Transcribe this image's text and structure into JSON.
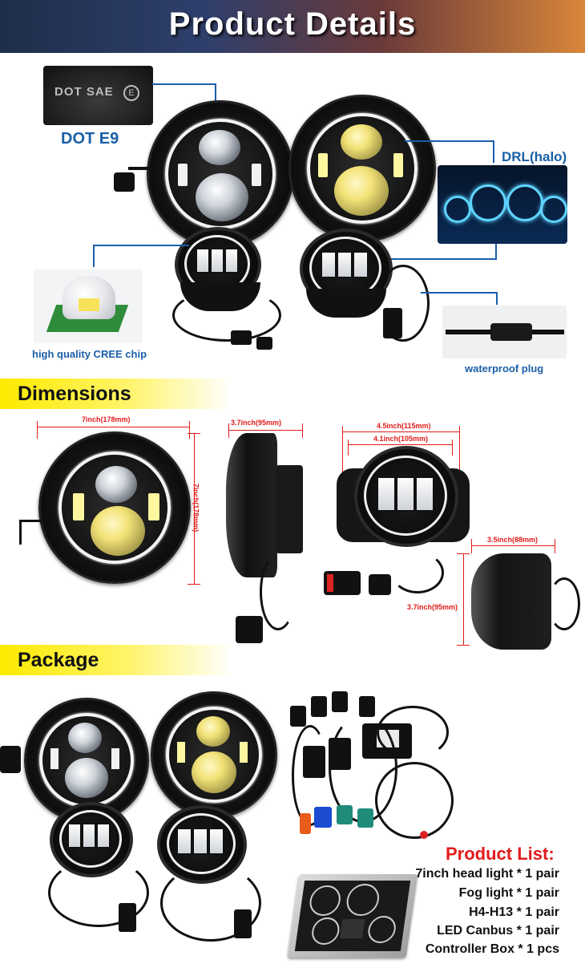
{
  "header": {
    "title": "Product Details"
  },
  "details": {
    "dot_label": "DOT E9",
    "dot_badge": "DOT SAE",
    "drl_label": "DRL(halo)",
    "chip_label": "high quality CREE chip",
    "plug_label": "waterproof plug"
  },
  "dimensions": {
    "title": "Dimensions",
    "head_width": "7inch(178mm)",
    "head_height": "7inch(178mm)",
    "head_depth": "3.7inch(95mm)",
    "fog_outer": "4.5inch(115mm)",
    "fog_inner": "4.1inch(105mm)",
    "fog_depth": "3.5inch(88mm)",
    "fog_height": "3.7inch(95mm)"
  },
  "package": {
    "title": "Package",
    "list_title": "Product List:",
    "items": [
      "7inch head light * 1 pair",
      "Fog light * 1 pair",
      "H4-H13 * 1 pair",
      "LED Canbus * 1 pair",
      "Controller Box * 1 pcs"
    ]
  },
  "colors": {
    "accent_yellow": "#fdea00",
    "label_blue": "#1b5fa8",
    "dimension_red": "#e21b1b"
  }
}
